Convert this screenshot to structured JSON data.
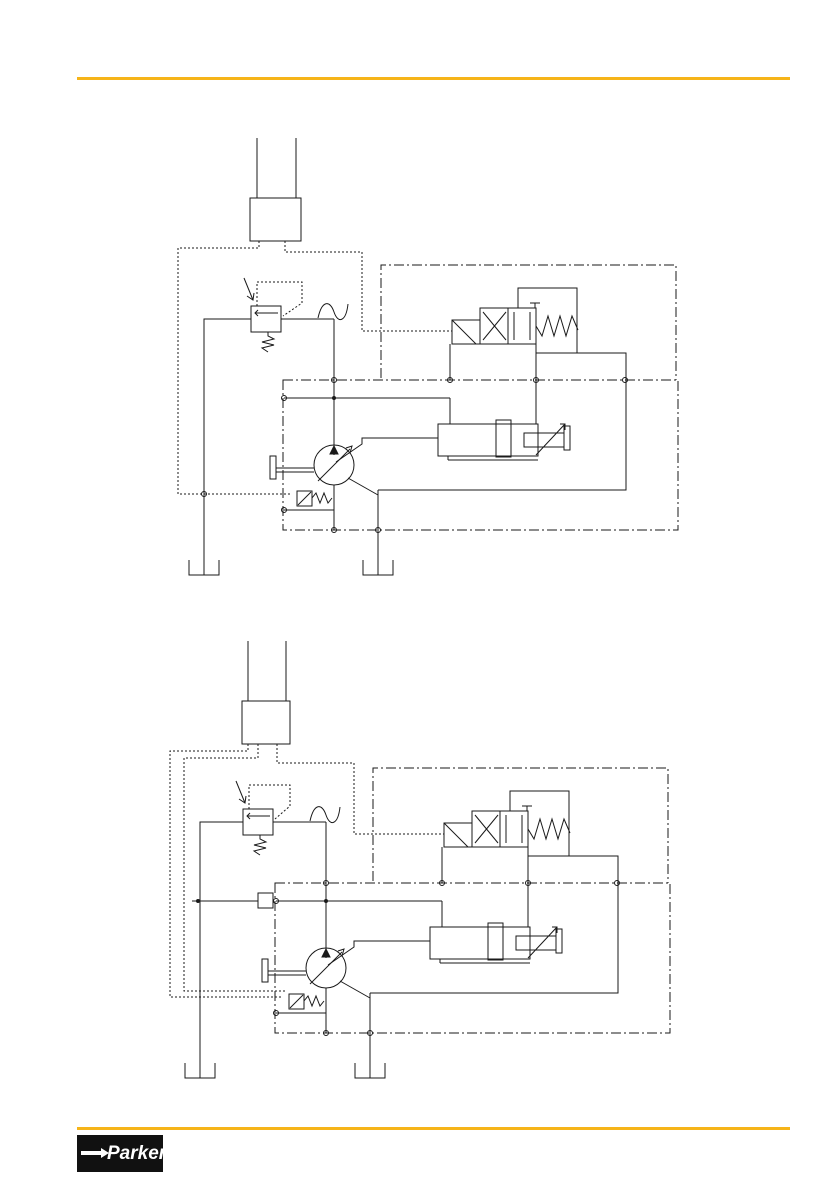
{
  "page": {
    "accent_color": "#f6b418",
    "line_color": "#1a1a1a"
  },
  "brand": {
    "logo_text": "Parker"
  },
  "icons": {
    "top_schematic": "hydraulic-circuit-schematic",
    "bottom_schematic": "hydraulic-circuit-schematic"
  }
}
